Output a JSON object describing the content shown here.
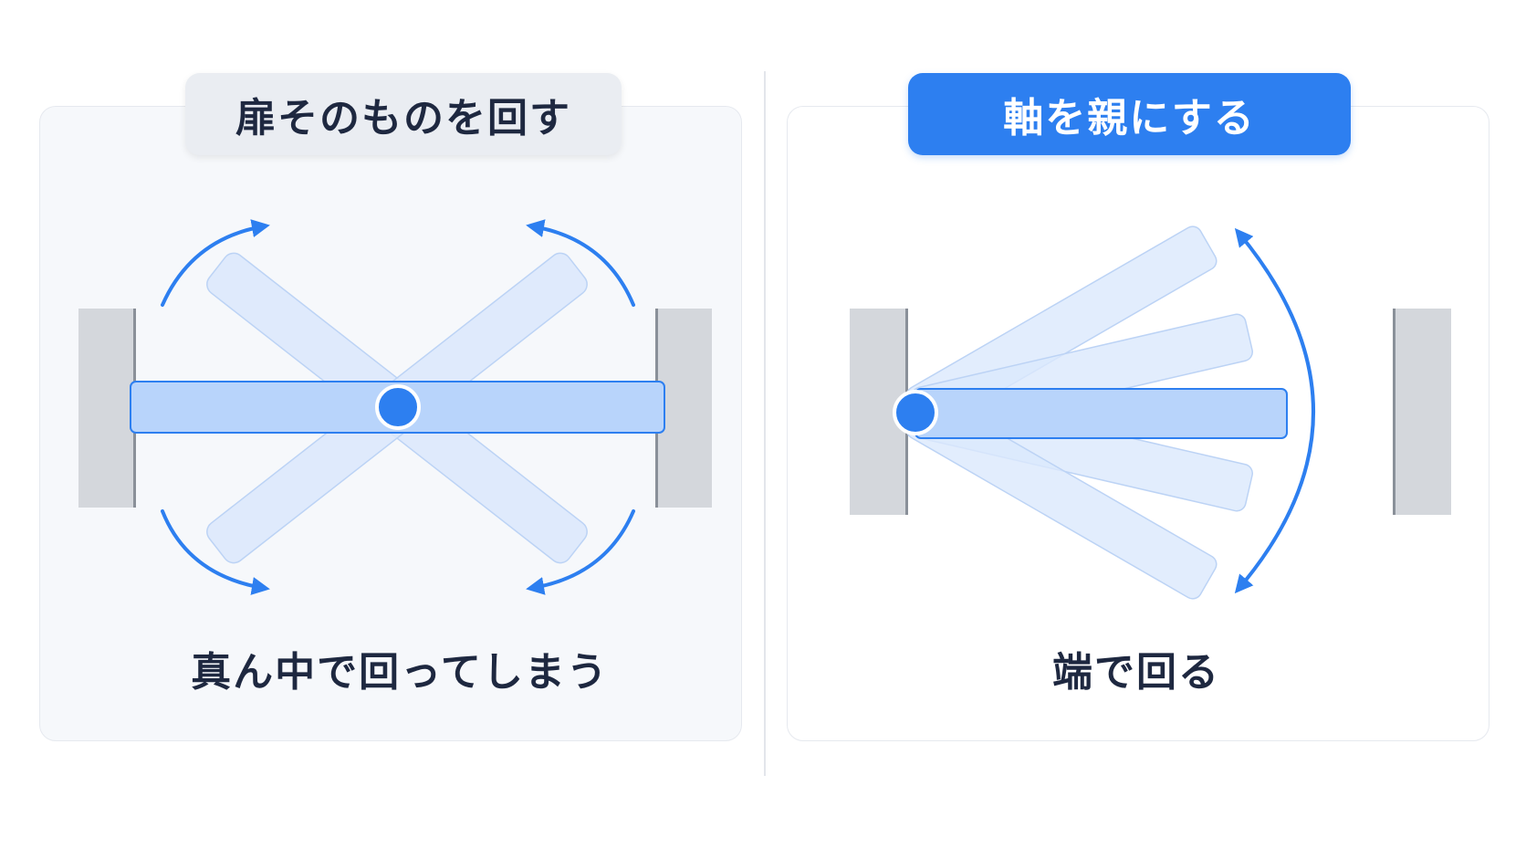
{
  "left_panel": {
    "title": "扉そのものを回す",
    "caption": "真ん中で回ってしまう"
  },
  "right_panel": {
    "title": "軸を親にする",
    "caption": "端で回る"
  },
  "colors": {
    "accent_blue": "#2d7ff0",
    "door_fill": "#b8d4fb",
    "ghost_fill": "#dbe8fc",
    "wall_gray": "#d4d7dc",
    "text_dark": "#1e2840"
  }
}
